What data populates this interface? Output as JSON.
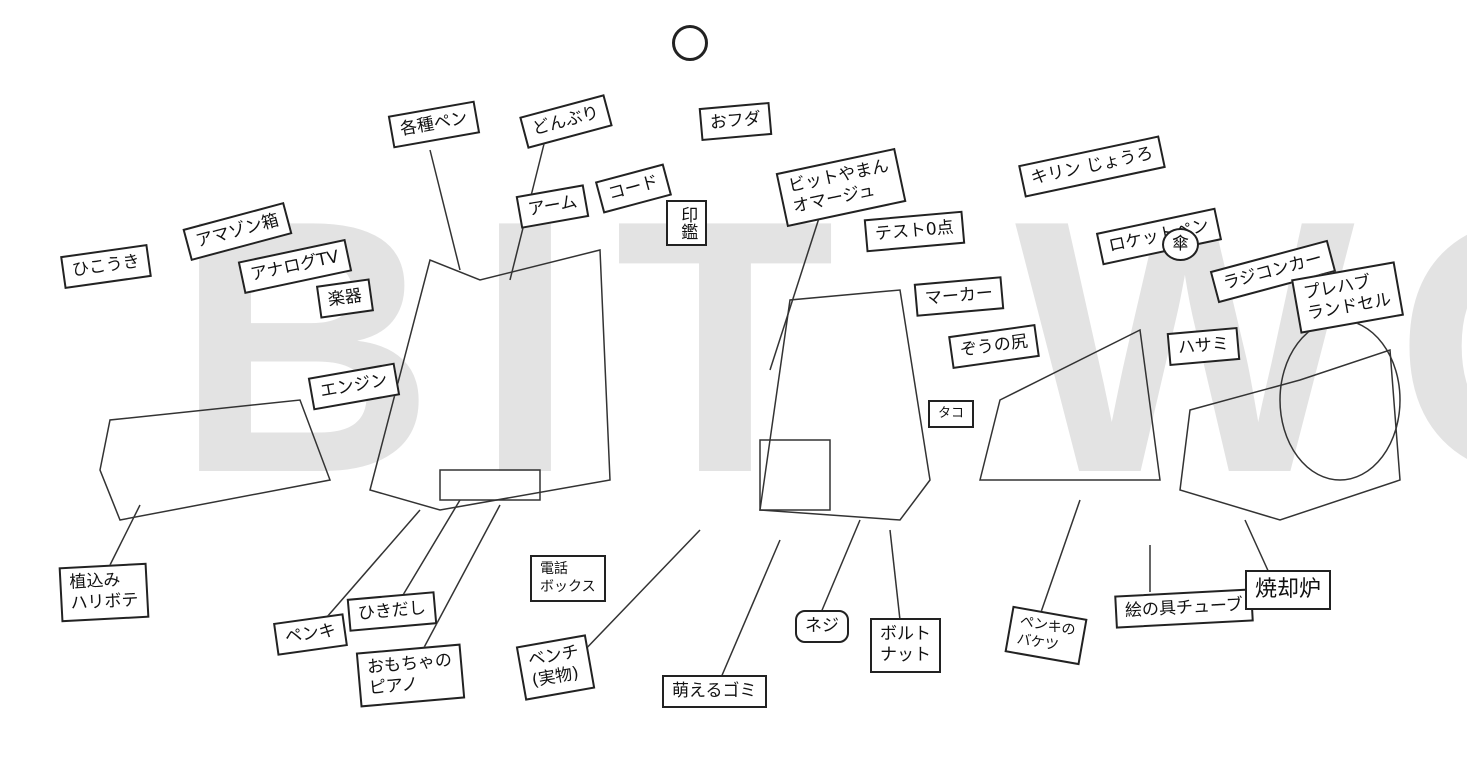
{
  "watermark": "BIT WORLD",
  "labels": {
    "airplane": "ひこうき",
    "amazon_box": "アマゾン箱",
    "analog_tv": "アナログTV",
    "engine": "エンジン",
    "instrument": "楽器",
    "pens": "各種ペン",
    "bowl": "どんぶり",
    "arm": "アーム",
    "cord": "コード",
    "seal": "印鑑",
    "ofuda": "おフダ",
    "homage": "ビットやまん\nオマージュ",
    "test": "テスト0点",
    "marker": "マーカー",
    "elephant": "ぞうの尻",
    "giraffe": "キリン じょうろ",
    "rocket_pen": "ロケットペン",
    "umbrella": "傘",
    "rc_car": "ラジコンカー",
    "randoseru": "プレハブ\nランドセル",
    "scissors": "ハサミ",
    "octopus": "タコ",
    "hedge": "植込み\nハリボテ",
    "paint": "ペンキ",
    "drawer": "ひきだし",
    "toy_piano": "おもちゃの\nピアノ",
    "phone_box": "電話\nボックス",
    "bench": "ベンチ\n(実物)",
    "burnable": "萌えるゴミ",
    "screw": "ネジ",
    "bolt_nut": "ボルト\nナット",
    "bucket": "ペンキの\nバケツ",
    "paint_tube": "絵の具チューブ",
    "incinerator": "焼却炉"
  }
}
